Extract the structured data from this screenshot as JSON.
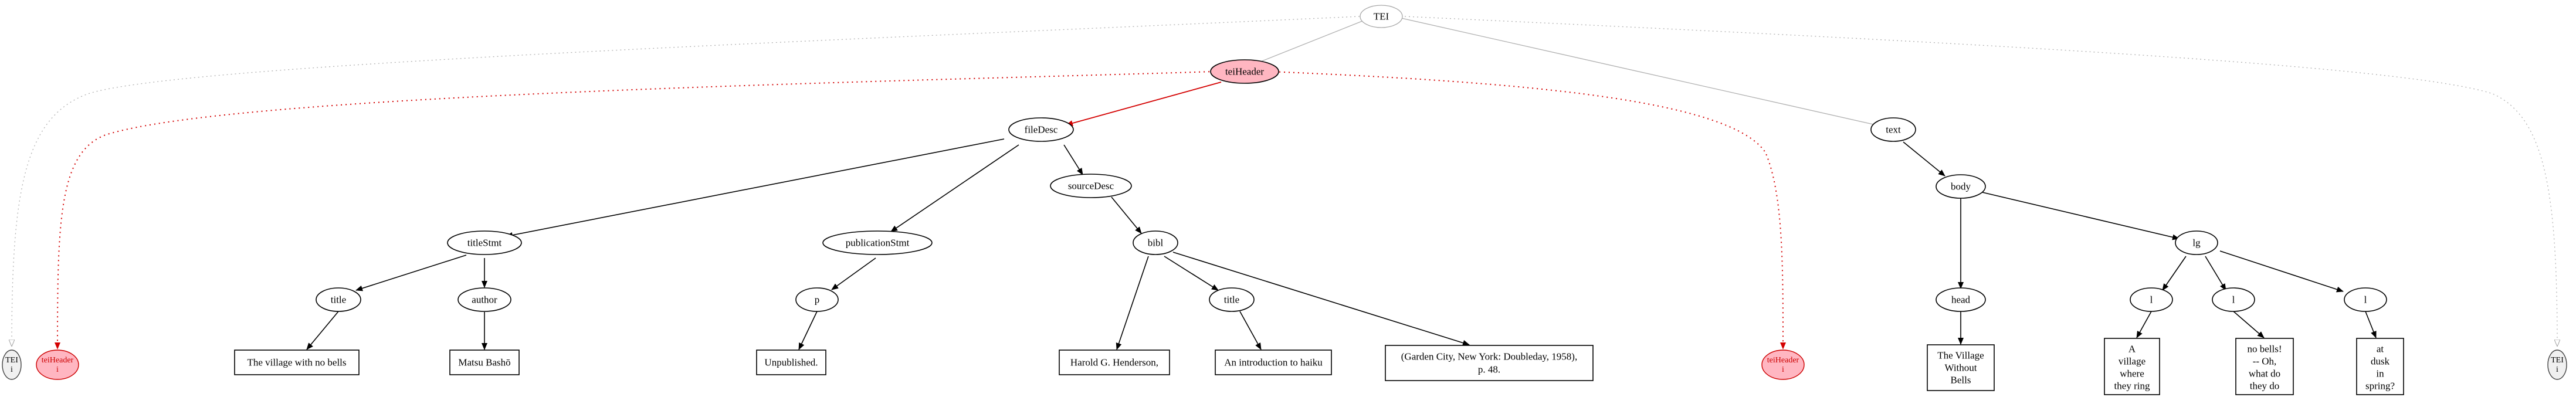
{
  "nodes": {
    "tei_root": "TEI",
    "teiheader": "teiHeader",
    "text": "text",
    "filedesc": "fileDesc",
    "titlestmt": "titleStmt",
    "publicationstmt": "publicationStmt",
    "sourcedesc": "sourceDesc",
    "title_1": "title",
    "author": "author",
    "p": "p",
    "bibl": "bibl",
    "title_2": "title",
    "body": "body",
    "head": "head",
    "lg": "lg",
    "l_1": "l",
    "l_2": "l",
    "l_3": "l"
  },
  "leaves": {
    "title_text": "The village with no bells",
    "author_text": "Matsu Bashō",
    "p_text": "Unpublished.",
    "bibl_author": "Harold G. Henderson,",
    "bibl_title": "An introduction to haiku",
    "bibl_imprint": [
      "(Garden City, New York: Doubleday, 1958),",
      "p. 48."
    ],
    "head_text": [
      "The Village",
      "Without",
      "Bells"
    ],
    "l1_text": [
      "A",
      "village",
      "where",
      "they ring"
    ],
    "l2_text": [
      "no bells!",
      "-- Oh,",
      "what do",
      "they do"
    ],
    "l3_text": [
      "at",
      "dusk",
      "in",
      "spring?"
    ]
  },
  "refs": {
    "left_tei": [
      "TEI",
      "i"
    ],
    "left_teiheader": [
      "teiHeader",
      "i"
    ],
    "mid_teiheader": [
      "teiHeader",
      "i"
    ],
    "right_tei": [
      "TEI",
      "i"
    ]
  },
  "colors": {
    "highlight_fill": "#ffb6c1",
    "highlight_edge": "#d40000",
    "context_edge": "#b0b0b0"
  }
}
